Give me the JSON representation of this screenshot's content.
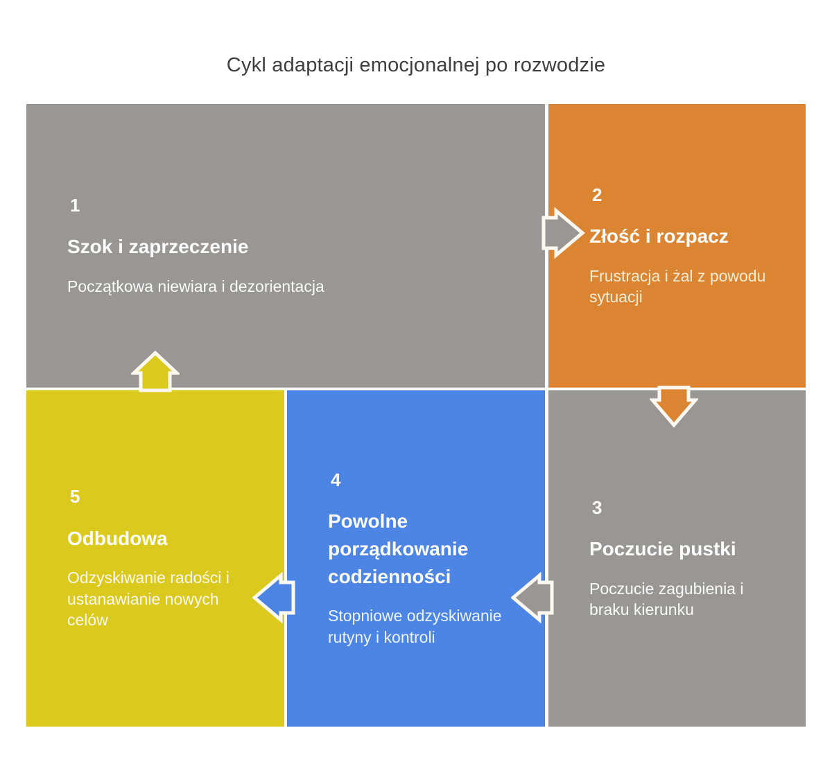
{
  "title": "Cykl adaptacji emocjonalnej po rozwodzie",
  "colors": {
    "gray": "#999693",
    "orange": "#DB8533",
    "blue": "#4C85E3",
    "yellow": "#DCC91D",
    "title_text": "#3E3E3E",
    "arrow_outline": "#FBF8EF"
  },
  "stages": [
    {
      "number": "1",
      "title": "Szok i zaprzeczenie",
      "description": "Początkowa niewiara i dezorientacja",
      "color": "#999693"
    },
    {
      "number": "2",
      "title": "Złość i rozpacz",
      "description": "Frustracja i żal z powodu sytuacji",
      "color": "#DB8533"
    },
    {
      "number": "3",
      "title": "Poczucie pustki",
      "description": "Poczucie zagubienia i braku kierunku",
      "color": "#999693"
    },
    {
      "number": "4",
      "title": "Powolne porządkowanie codzienności",
      "description": "Stopniowe odzyskiwanie rutyny i kontroli",
      "color": "#4C85E3"
    },
    {
      "number": "5",
      "title": "Odbudowa",
      "description": "Odzyskiwanie radości i ustanawianie nowych celów",
      "color": "#DCC91D"
    }
  ],
  "connections": [
    {
      "from": "1",
      "to": "2",
      "direction": "right"
    },
    {
      "from": "2",
      "to": "3",
      "direction": "down"
    },
    {
      "from": "3",
      "to": "4",
      "direction": "left"
    },
    {
      "from": "4",
      "to": "5",
      "direction": "left"
    },
    {
      "from": "5",
      "to": "1",
      "direction": "up"
    }
  ]
}
